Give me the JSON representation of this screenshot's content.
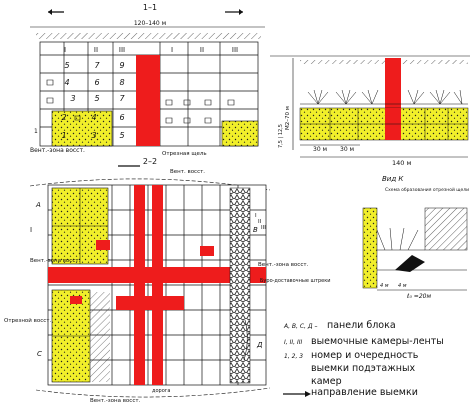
{
  "colors": {
    "pillar": "#ee1c1c",
    "panel": "#f1ef2a",
    "ink": "#111111",
    "rock": "#333333"
  },
  "sections": {
    "s11": "1–1",
    "s22": "2–2",
    "width": "120–140 м",
    "len140": "140 м",
    "dim30a": "30 м",
    "dim30b": "30 м",
    "vertical": "М2–70 м",
    "dims_left": "7,5 | 12,5"
  },
  "grid_top": {
    "roman": [
      "I",
      "II",
      "III",
      "I",
      "II",
      "III"
    ],
    "rows": [
      [
        "5",
        "7",
        "9"
      ],
      [
        "4",
        "6",
        "8"
      ],
      [
        "3",
        "5",
        "7"
      ],
      [
        "2",
        "4",
        "6"
      ],
      [
        "1",
        "3",
        "5"
      ]
    ],
    "row_num": "1"
  },
  "labels": {
    "vent_top": "Вент.-зона восст.",
    "ore_pillar": "Отрезная щель",
    "vent_plan": "Вент. восст.",
    "vent_zone_left": "Вент.-зона восст.",
    "vent_zone_right": "Вент.-зона восст.",
    "pillar_ore": "Буро-доставочные штреки",
    "left_ore": "Отрезной восст.",
    "vent_bottom": "Вент.-зона восст.",
    "dostavka": "дорога"
  },
  "panels": {
    "A": "А",
    "B": "В",
    "C": "С",
    "D": "Д",
    "one": "I",
    "two": "II",
    "three": "III"
  },
  "view_k": {
    "title": "Вид К",
    "sub": "Схема образования отрезной щели",
    "d4a": "4 м",
    "d4b": "4 м",
    "d20": "ℓ₀ =20м"
  },
  "legend": [
    {
      "key": "А, В, С, Д –",
      "text": "панели блока"
    },
    {
      "key": "I, II, III",
      "text": "выемочные камеры-ленты"
    },
    {
      "key": "1, 2, 3",
      "text": "номер и очередность"
    },
    {
      "key": "",
      "text": "выемки подэтажных"
    },
    {
      "key": "",
      "text": "камер"
    },
    {
      "key": "arrow",
      "text": "направление выемки"
    }
  ]
}
